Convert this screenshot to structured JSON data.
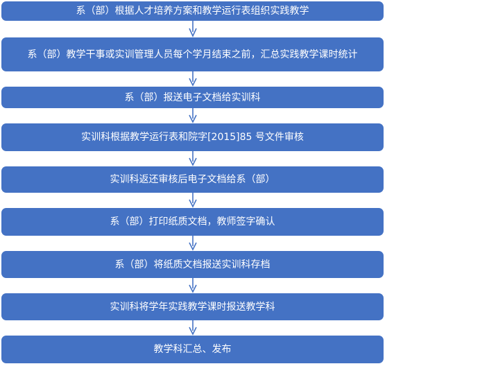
{
  "flowchart": {
    "steps": [
      {
        "text": "系（部）根据人才培养方案和教学运行表组织实践教学"
      },
      {
        "text": "系（部）教学干事或实训管理人员每个学月结束之前，汇总实践教学课时统计"
      },
      {
        "text": "系（部）报送电子文档给实训科"
      },
      {
        "text": "实训科根据教学运行表和院字[2015]85 号文件审核"
      },
      {
        "text": "实训科返还审核后电子文档给系（部）"
      },
      {
        "text": "系（部）打印纸质文档，教师签字确认"
      },
      {
        "text": "系（部）将纸质文档报送实训科存档"
      },
      {
        "text": "实训科将学年实践教学课时报送教学科"
      },
      {
        "text": "教学科汇总、发布"
      }
    ],
    "colors": {
      "box_fill": "#4472c4",
      "box_text": "#ffffff",
      "arrow": "#4472c4"
    },
    "arrow_icon": "arrow-down"
  }
}
